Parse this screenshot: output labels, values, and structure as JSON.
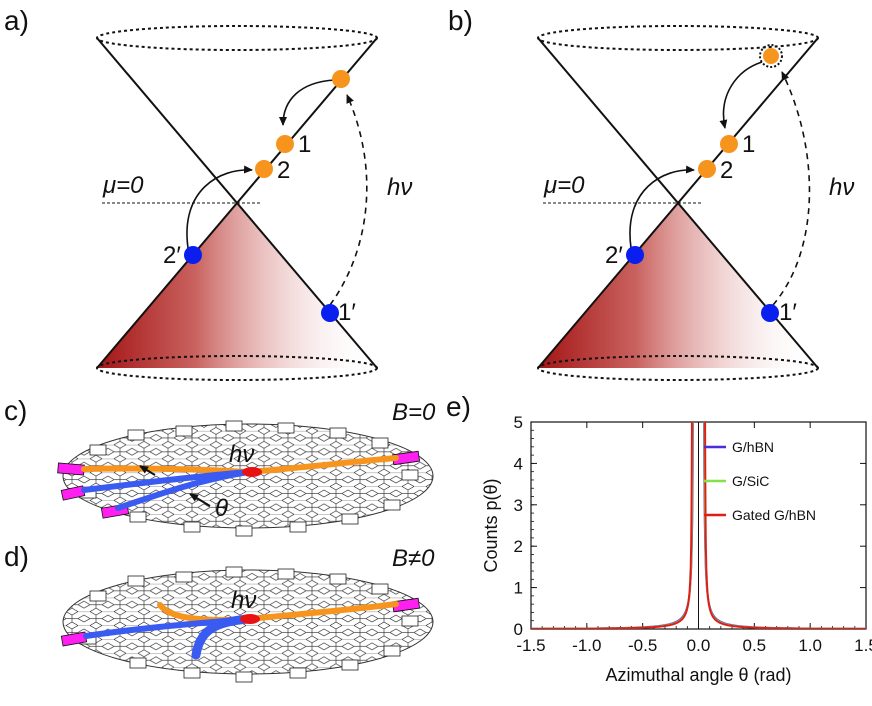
{
  "panels": {
    "a": "a)",
    "b": "b)",
    "c": "c)",
    "d": "d)",
    "e": "e)"
  },
  "cone_labels": {
    "mu": "μ=0",
    "hv": "hν",
    "p1": "1",
    "p2": "2",
    "p1p": "1′",
    "p2p": "2′"
  },
  "lattice_labels": {
    "b_zero": "B=0",
    "b_nonzero": "B≠0",
    "hv": "hν",
    "theta": "θ"
  },
  "colors": {
    "electron": "#f7941d",
    "hole": "#0a1ef0",
    "valence_fill": "#a31515",
    "contact": "#ff1ff0",
    "path_orange": "#f7941d",
    "path_blue": "#3a5bf2",
    "center_dot": "#e81212"
  },
  "chart_data": {
    "type": "line",
    "xlabel": "Azimuthal angle θ (rad)",
    "ylabel": "Counts p(θ)",
    "xlim": [
      -1.5,
      1.5
    ],
    "ylim": [
      0,
      5
    ],
    "xticks": [
      "-1.5",
      "-1.0",
      "-0.5",
      "0.0",
      "0.5",
      "1.0",
      "1.5"
    ],
    "yticks": [
      "0",
      "1",
      "2",
      "3",
      "4",
      "5"
    ],
    "grid": false,
    "legend_position": "top-right",
    "series": [
      {
        "name": "G/hBN",
        "color": "#4b2fd6",
        "peak_gap": 0.045,
        "width": 0.19
      },
      {
        "name": "G/SiC",
        "color": "#86e04a",
        "peak_gap": 0.05,
        "width": 0.165
      },
      {
        "name": "Gated G/hBN",
        "color": "#e01e16",
        "peak_gap": 0.055,
        "width": 0.145
      }
    ]
  }
}
